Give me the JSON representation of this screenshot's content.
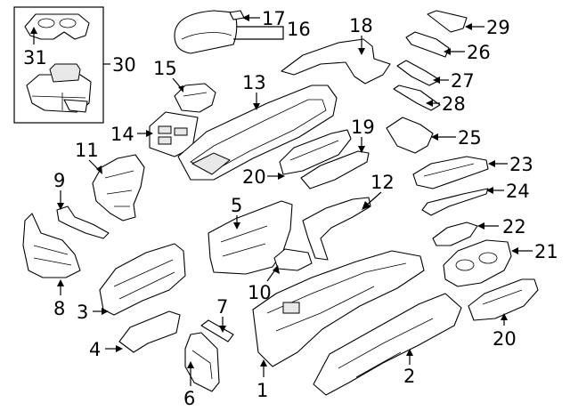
{
  "diagram": {
    "callouts": [
      {
        "id": "p1",
        "text": "1"
      },
      {
        "id": "p2",
        "text": "2"
      },
      {
        "id": "p3",
        "text": "3"
      },
      {
        "id": "p4",
        "text": "4"
      },
      {
        "id": "p5",
        "text": "5"
      },
      {
        "id": "p6",
        "text": "6"
      },
      {
        "id": "p7",
        "text": "7"
      },
      {
        "id": "p8",
        "text": "8"
      },
      {
        "id": "p9",
        "text": "9"
      },
      {
        "id": "p10",
        "text": "10"
      },
      {
        "id": "p11",
        "text": "11"
      },
      {
        "id": "p12",
        "text": "12"
      },
      {
        "id": "p13",
        "text": "13"
      },
      {
        "id": "p14",
        "text": "14"
      },
      {
        "id": "p15",
        "text": "15"
      },
      {
        "id": "p16",
        "text": "16"
      },
      {
        "id": "p17",
        "text": "17"
      },
      {
        "id": "p18",
        "text": "18"
      },
      {
        "id": "p19",
        "text": "19"
      },
      {
        "id": "p20a",
        "text": "20"
      },
      {
        "id": "p20b",
        "text": "20"
      },
      {
        "id": "p21",
        "text": "21"
      },
      {
        "id": "p22",
        "text": "22"
      },
      {
        "id": "p23",
        "text": "23"
      },
      {
        "id": "p24",
        "text": "24"
      },
      {
        "id": "p25",
        "text": "25"
      },
      {
        "id": "p26",
        "text": "26"
      },
      {
        "id": "p27",
        "text": "27"
      },
      {
        "id": "p28",
        "text": "28"
      },
      {
        "id": "p29",
        "text": "29"
      },
      {
        "id": "p30",
        "text": "30"
      },
      {
        "id": "p31",
        "text": "31"
      }
    ]
  }
}
